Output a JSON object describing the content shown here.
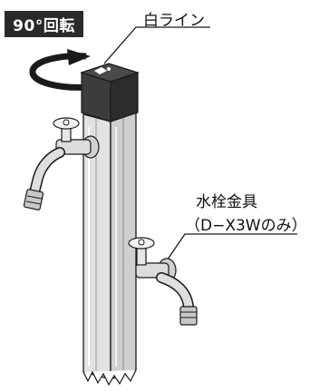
{
  "badge": {
    "text": "90°回転"
  },
  "labels": {
    "white_line": "白ライン",
    "faucet_fitting": "水栓金具",
    "faucet_note": "（D−X3Wのみ）"
  },
  "colors": {
    "badge_bg": "#2a2a2a",
    "cap_dark": "#3a3a3a",
    "post_light": "#f0f0f0",
    "post_mid": "#d6d6d6",
    "outline": "#1a1a1a"
  }
}
